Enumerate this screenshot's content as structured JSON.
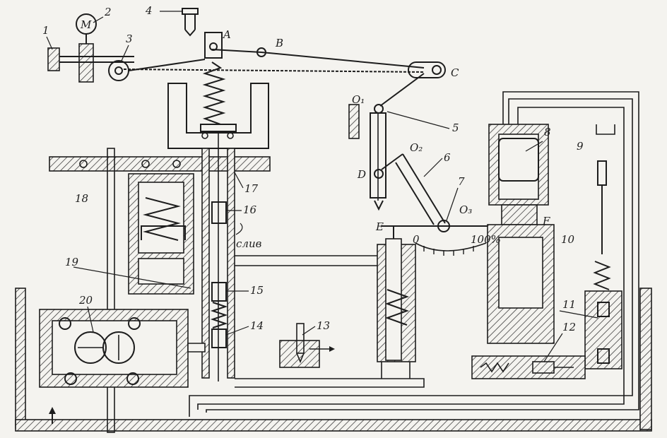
{
  "labels": {
    "n1": "1",
    "n2": "2",
    "n3": "3",
    "n4": "4",
    "n5": "5",
    "n6": "6",
    "n7": "7",
    "n8": "8",
    "n9": "9",
    "n10": "10",
    "n11": "11",
    "n12": "12",
    "n13": "13",
    "n14": "14",
    "n15": "15",
    "n16": "16",
    "n17": "17",
    "n18": "18",
    "n19": "19",
    "n20": "20",
    "motor": "M",
    "pointA": "A",
    "pointB": "B",
    "pointC": "C",
    "pointD": "D",
    "pointE": "E",
    "pointF": "F",
    "pivotO1": "O₁",
    "pivotO2": "O₂",
    "pivotO3": "O₃",
    "drain": "слив",
    "scale_min": "0",
    "scale_max": "100%"
  }
}
